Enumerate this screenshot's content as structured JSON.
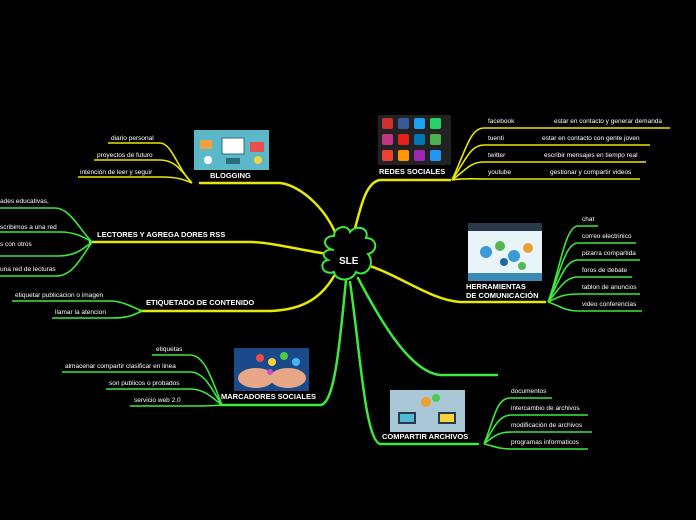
{
  "colors": {
    "yellow": "#e8e800",
    "green": "#3ee83e",
    "cloud_border": "#3ee83e",
    "background": "#000000"
  },
  "center": {
    "label": "SLE"
  },
  "branches": {
    "blogging": {
      "title": "BLOGGING",
      "items": [
        "diario personal",
        "proyectos de futuro",
        "intención de leer y seguir"
      ]
    },
    "lectores": {
      "title": "LECTORES Y AGREGA DORES  RSS",
      "items": [
        "ades educativas,",
        "scribimos a una red",
        "s con otros",
        "una red de lecturas"
      ]
    },
    "etiquetado": {
      "title": "ETIQUETADO DE CONTENIDO",
      "items": [
        "etiquetar publicacion o imagen",
        "llamar la atencion"
      ]
    },
    "marcadores": {
      "title": "MARCADORES SOCIALES",
      "items": [
        "etiquetas",
        "almacenar compartir clasificar en linea",
        "son publicos o probados",
        "servicio web 2.0"
      ]
    },
    "compartir": {
      "title": "COMPARTIR ARCHIVOS",
      "items": [
        "documentos",
        "intercambio de archivos",
        "modificación de archivos",
        "programas informaticos"
      ]
    },
    "herramientas": {
      "title_line1": "HERRAMIENTAS",
      "title_line2": "DE COMUNICACIÓN",
      "items": [
        "chat",
        "correo electrinico",
        "pizarra compartida",
        "foros de debate",
        "tablon de anuncios",
        "video conferencias"
      ]
    },
    "redes": {
      "title": "REDES SOCIALES",
      "items": [
        {
          "name": "facebook",
          "desc": "estar en contacto y generar demanda"
        },
        {
          "name": "tuenti",
          "desc": "estar en contacto con gente joven"
        },
        {
          "name": "twitter",
          "desc": "escribir mensajes en tiempo real"
        },
        {
          "name": "youtube",
          "desc": "gestionar y compartir videos"
        }
      ]
    }
  }
}
